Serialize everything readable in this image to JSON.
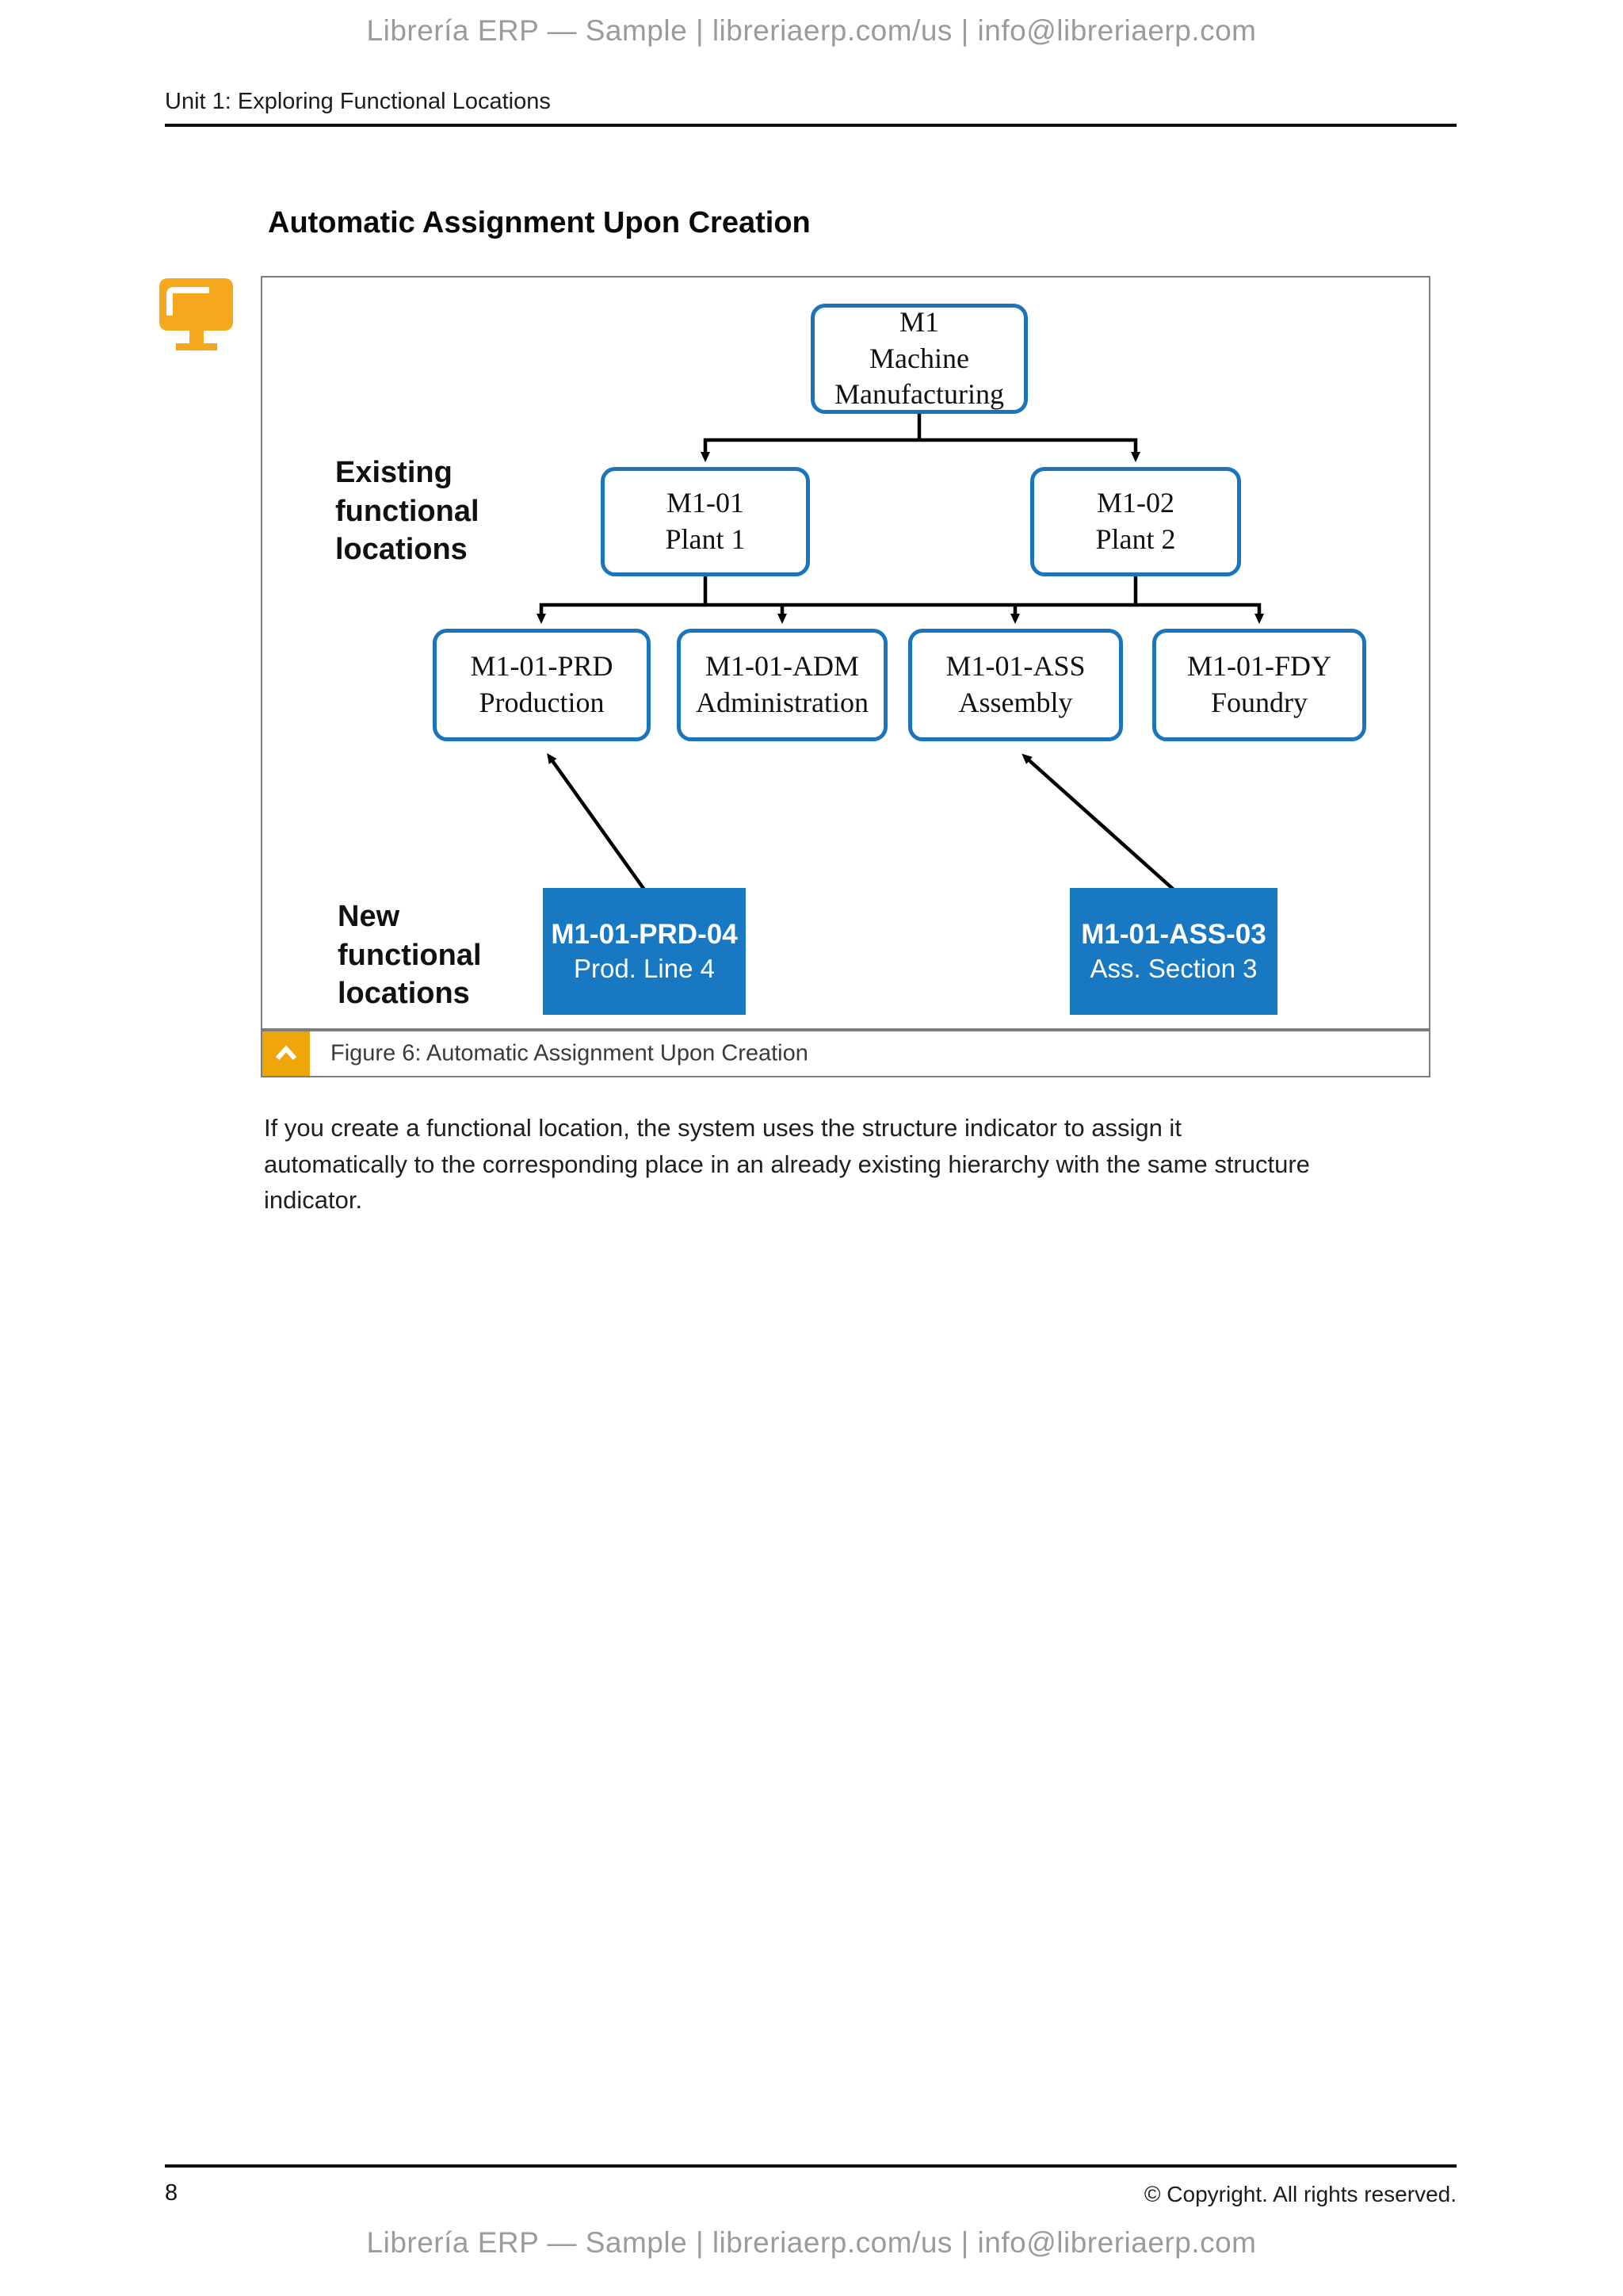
{
  "page": {
    "brand_line": "Librería ERP — Sample | libreriaerp.com/us | info@libreriaerp.com",
    "unit_title": "Unit 1: Exploring Functional Locations",
    "section_heading": "Automatic Assignment Upon Creation",
    "body_paragraph": "If you create a functional location, the system uses the structure indicator to assign it automatically to the corresponding place in an already existing hierarchy with the same structure indicator.",
    "footer": {
      "page_number": "8",
      "copyright": "© Copyright. All rights reserved."
    }
  },
  "figure": {
    "caption": "Figure 6: Automatic Assignment Upon Creation",
    "colors": {
      "node_border_blue": "#1b75bc",
      "new_node_fill": "#1878c2",
      "accent_orange": "#efa60a",
      "icon_orange": "#f5a81e",
      "frame_border_gray": "#7d7d7d"
    }
  },
  "diagram": {
    "existing_label": "Existing functional locations",
    "new_label": "New functional locations",
    "nodes": [
      {
        "id": "M1",
        "lines": [
          "M1",
          "Machine",
          "Manufacturing"
        ]
      },
      {
        "id": "M1-01",
        "lines": [
          "M1-01",
          "Plant 1"
        ]
      },
      {
        "id": "M1-02",
        "lines": [
          "M1-02",
          "Plant 2"
        ]
      },
      {
        "id": "M1-01-PRD",
        "lines": [
          "M1-01-PRD",
          "Production"
        ]
      },
      {
        "id": "M1-01-ADM",
        "lines": [
          "M1-01-ADM",
          "Administration"
        ]
      },
      {
        "id": "M1-01-ASS",
        "lines": [
          "M1-01-ASS",
          "Assembly"
        ]
      },
      {
        "id": "M1-01-FDY",
        "lines": [
          "M1-01-FDY",
          "Foundry"
        ]
      }
    ],
    "new_nodes": [
      {
        "id": "M1-01-PRD-04",
        "lines": [
          "M1-01-PRD-04",
          "Prod. Line 4"
        ]
      },
      {
        "id": "M1-01-ASS-03",
        "lines": [
          "M1-01-ASS-03",
          "Ass. Section 3"
        ]
      }
    ]
  }
}
